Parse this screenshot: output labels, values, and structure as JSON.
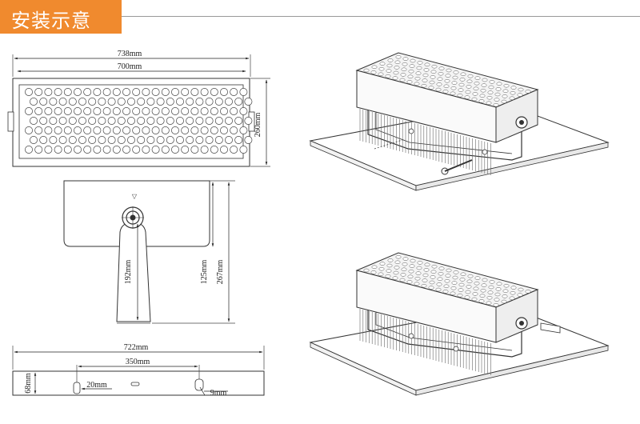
{
  "header": {
    "title": "安装示意",
    "accent_color": "#f08a2e"
  },
  "front_view": {
    "overall_width": "738mm",
    "body_width": "700mm",
    "height": "260mm"
  },
  "side_view": {
    "dim_a": "192mm",
    "dim_b": "125mm",
    "dim_c": "267mm"
  },
  "bracket_view": {
    "length": "722mm",
    "hole_spacing": "350mm",
    "slot_width": "20mm",
    "height": "68mm",
    "hole_size": "9mm"
  }
}
